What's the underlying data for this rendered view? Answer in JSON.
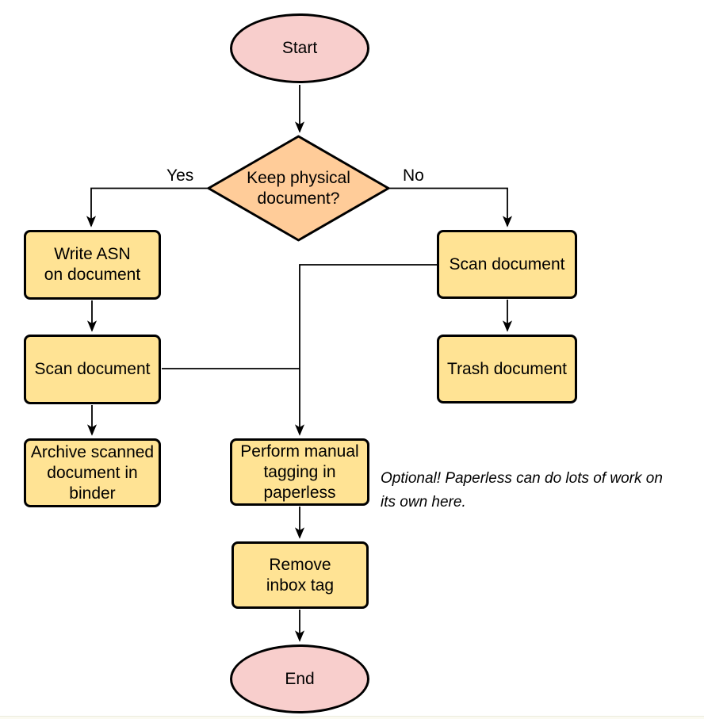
{
  "colors": {
    "terminal_fill": "#F8CECC",
    "decision_fill": "#FFCC99",
    "process_fill": "#FFE394",
    "border": "#000000",
    "background": "#FFFFFF"
  },
  "nodes": {
    "start": {
      "type": "terminal",
      "label": "Start"
    },
    "decision": {
      "type": "decision",
      "lines": [
        "Keep physical",
        "document?"
      ]
    },
    "write_asn": {
      "type": "process",
      "lines": [
        "Write ASN",
        "on document"
      ]
    },
    "scan_left": {
      "type": "process",
      "label": "Scan document"
    },
    "archive": {
      "type": "process",
      "lines": [
        "Archive scanned",
        "document in",
        "binder"
      ]
    },
    "scan_right": {
      "type": "process",
      "label": "Scan document"
    },
    "trash": {
      "type": "process",
      "label": "Trash document"
    },
    "tagging": {
      "type": "process",
      "lines": [
        "Perform manual",
        "tagging in",
        "paperless"
      ]
    },
    "remove_inbox": {
      "type": "process",
      "lines": [
        "Remove",
        "inbox tag"
      ]
    },
    "end": {
      "type": "terminal",
      "label": "End"
    }
  },
  "edge_labels": {
    "yes": "Yes",
    "no": "No"
  },
  "annotation": {
    "lines": [
      "Optional! Paperless can do lots of work on",
      "its own here."
    ]
  }
}
